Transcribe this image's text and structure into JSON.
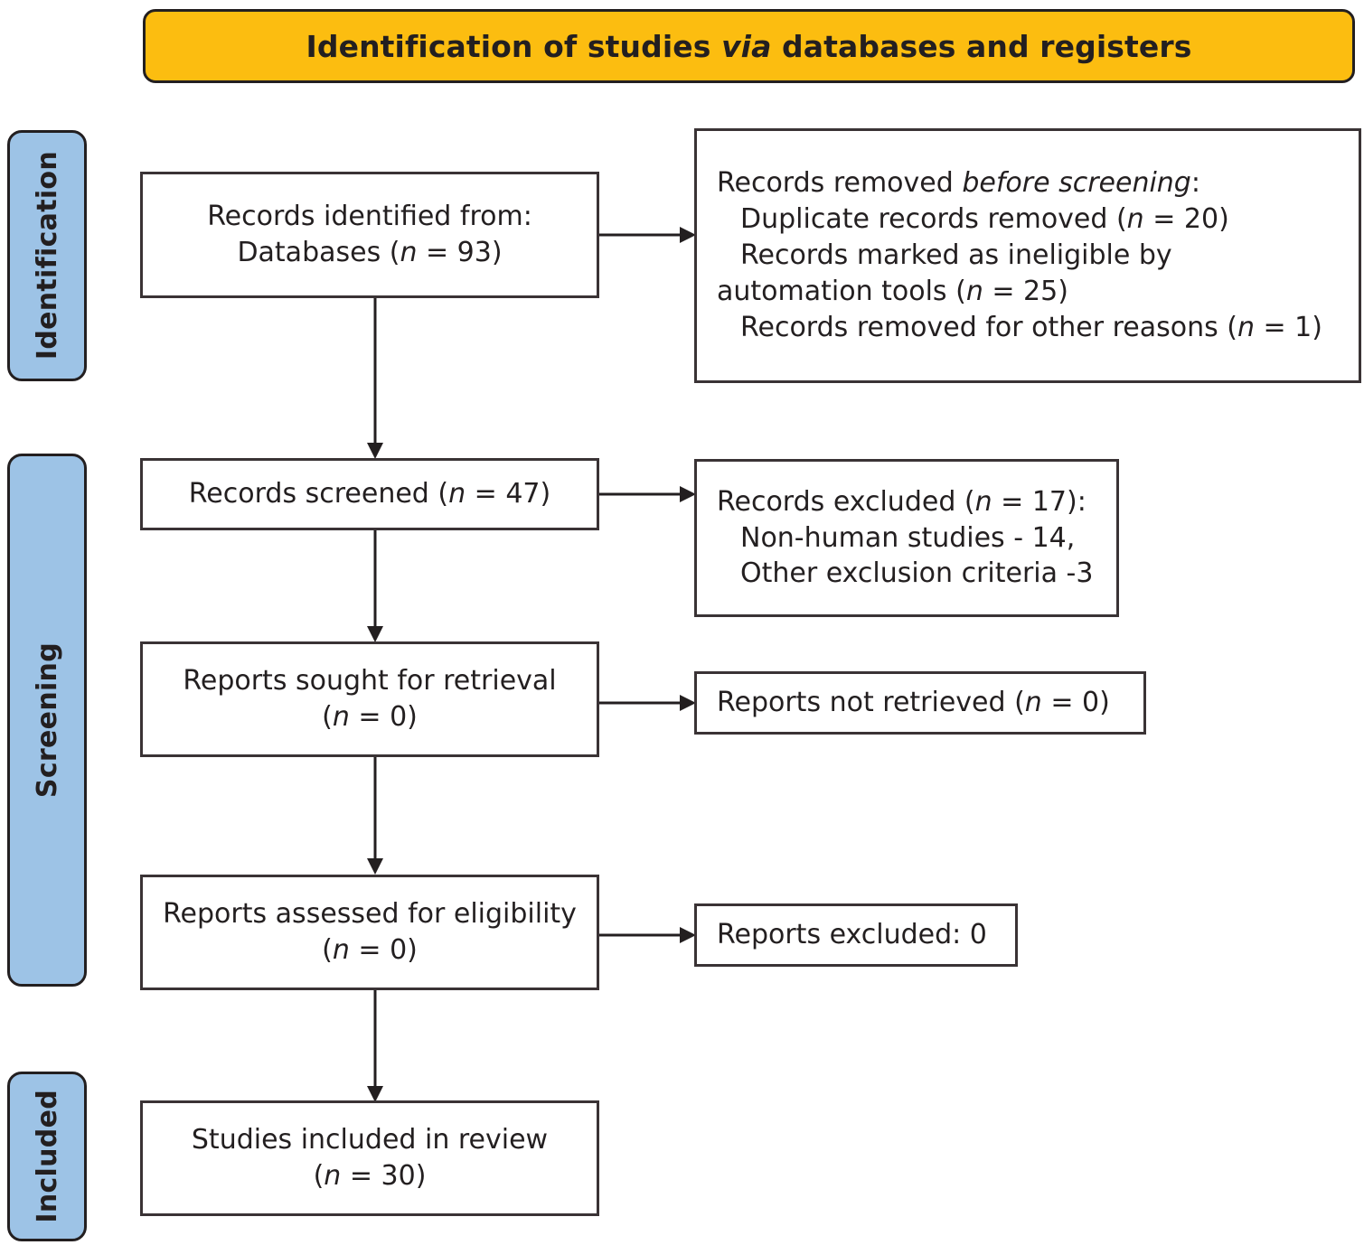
{
  "header": {
    "title_prefix": "Identification of studies ",
    "title_italic": "via",
    "title_suffix": " databases and registers"
  },
  "stages": [
    {
      "id": "identification",
      "label": "Identification"
    },
    {
      "id": "screening",
      "label": "Screening"
    },
    {
      "id": "included",
      "label": "Included"
    }
  ],
  "boxes": {
    "identified": {
      "line1": "Records identified from:",
      "line2_prefix": "Databases (",
      "line2_italic": "n",
      "line2_suffix": " = 93)"
    },
    "removed": {
      "line1_prefix": "Records removed ",
      "line1_italic": "before screening",
      "line1_suffix": ":",
      "line2_prefix": "Duplicate records removed (",
      "line2_italic": "n",
      "line2_suffix": " = 20)",
      "line3": "Records marked as ineligible by",
      "line4_prefix": "automation tools (",
      "line4_italic": "n",
      "line4_suffix": " = 25)",
      "line5_prefix": "Records removed for other reasons (",
      "line5_italic": "n",
      "line5_suffix": " = 1)"
    },
    "screened": {
      "line1_prefix": "Records screened (",
      "line1_italic": "n",
      "line1_suffix": " = 47)"
    },
    "excluded": {
      "line1_prefix": "Records excluded (",
      "line1_italic": "n",
      "line1_suffix": " = 17):",
      "line2": "Non-human studies - 14,",
      "line3": "Other exclusion criteria -3"
    },
    "sought": {
      "line1": "Reports sought for retrieval",
      "line2_prefix": "(",
      "line2_italic": "n",
      "line2_suffix": " = 0)"
    },
    "not_retrieved": {
      "line1_prefix": "Reports not retrieved (",
      "line1_italic": "n",
      "line1_suffix": " = 0)"
    },
    "assessed": {
      "line1": "Reports assessed for eligibility",
      "line2_prefix": "(",
      "line2_italic": "n",
      "line2_suffix": " = 0)"
    },
    "reports_excluded": {
      "line1": "Reports excluded: 0"
    },
    "included": {
      "line1": "Studies included in review",
      "line2_prefix": "(",
      "line2_italic": "n",
      "line2_suffix": " = 30)"
    }
  },
  "colors": {
    "banner": "#FCBD10",
    "stage": "#9DC3E6",
    "border": "#231f20",
    "box_border": "#3a3335",
    "text": "#231f20"
  },
  "chart_data": {
    "type": "diagram",
    "title": "Identification of studies via databases and registers",
    "flow": "PRISMA 2020 flow diagram",
    "nodes": [
      {
        "id": "identified",
        "stage": "Identification",
        "label": "Records identified from: Databases",
        "n": 93
      },
      {
        "id": "removed",
        "stage": "Identification",
        "label": "Records removed before screening",
        "items": [
          {
            "label": "Duplicate records removed",
            "n": 20
          },
          {
            "label": "Records marked as ineligible by automation tools",
            "n": 25
          },
          {
            "label": "Records removed for other reasons",
            "n": 1
          }
        ]
      },
      {
        "id": "screened",
        "stage": "Screening",
        "label": "Records screened",
        "n": 47
      },
      {
        "id": "excluded",
        "stage": "Screening",
        "label": "Records excluded",
        "n": 17,
        "items": [
          {
            "label": "Non-human studies",
            "n": 14
          },
          {
            "label": "Other exclusion criteria",
            "n": 3
          }
        ]
      },
      {
        "id": "sought",
        "stage": "Screening",
        "label": "Reports sought for retrieval",
        "n": 0
      },
      {
        "id": "not_retrieved",
        "stage": "Screening",
        "label": "Reports not retrieved",
        "n": 0
      },
      {
        "id": "assessed",
        "stage": "Screening",
        "label": "Reports assessed for eligibility",
        "n": 0
      },
      {
        "id": "reports_excluded",
        "stage": "Screening",
        "label": "Reports excluded",
        "n": 0
      },
      {
        "id": "included",
        "stage": "Included",
        "label": "Studies included in review",
        "n": 30
      }
    ],
    "edges": [
      {
        "from": "identified",
        "to": "removed",
        "direction": "right"
      },
      {
        "from": "identified",
        "to": "screened",
        "direction": "down"
      },
      {
        "from": "screened",
        "to": "excluded",
        "direction": "right"
      },
      {
        "from": "screened",
        "to": "sought",
        "direction": "down"
      },
      {
        "from": "sought",
        "to": "not_retrieved",
        "direction": "right"
      },
      {
        "from": "sought",
        "to": "assessed",
        "direction": "down"
      },
      {
        "from": "assessed",
        "to": "reports_excluded",
        "direction": "right"
      },
      {
        "from": "assessed",
        "to": "included",
        "direction": "down"
      }
    ]
  }
}
